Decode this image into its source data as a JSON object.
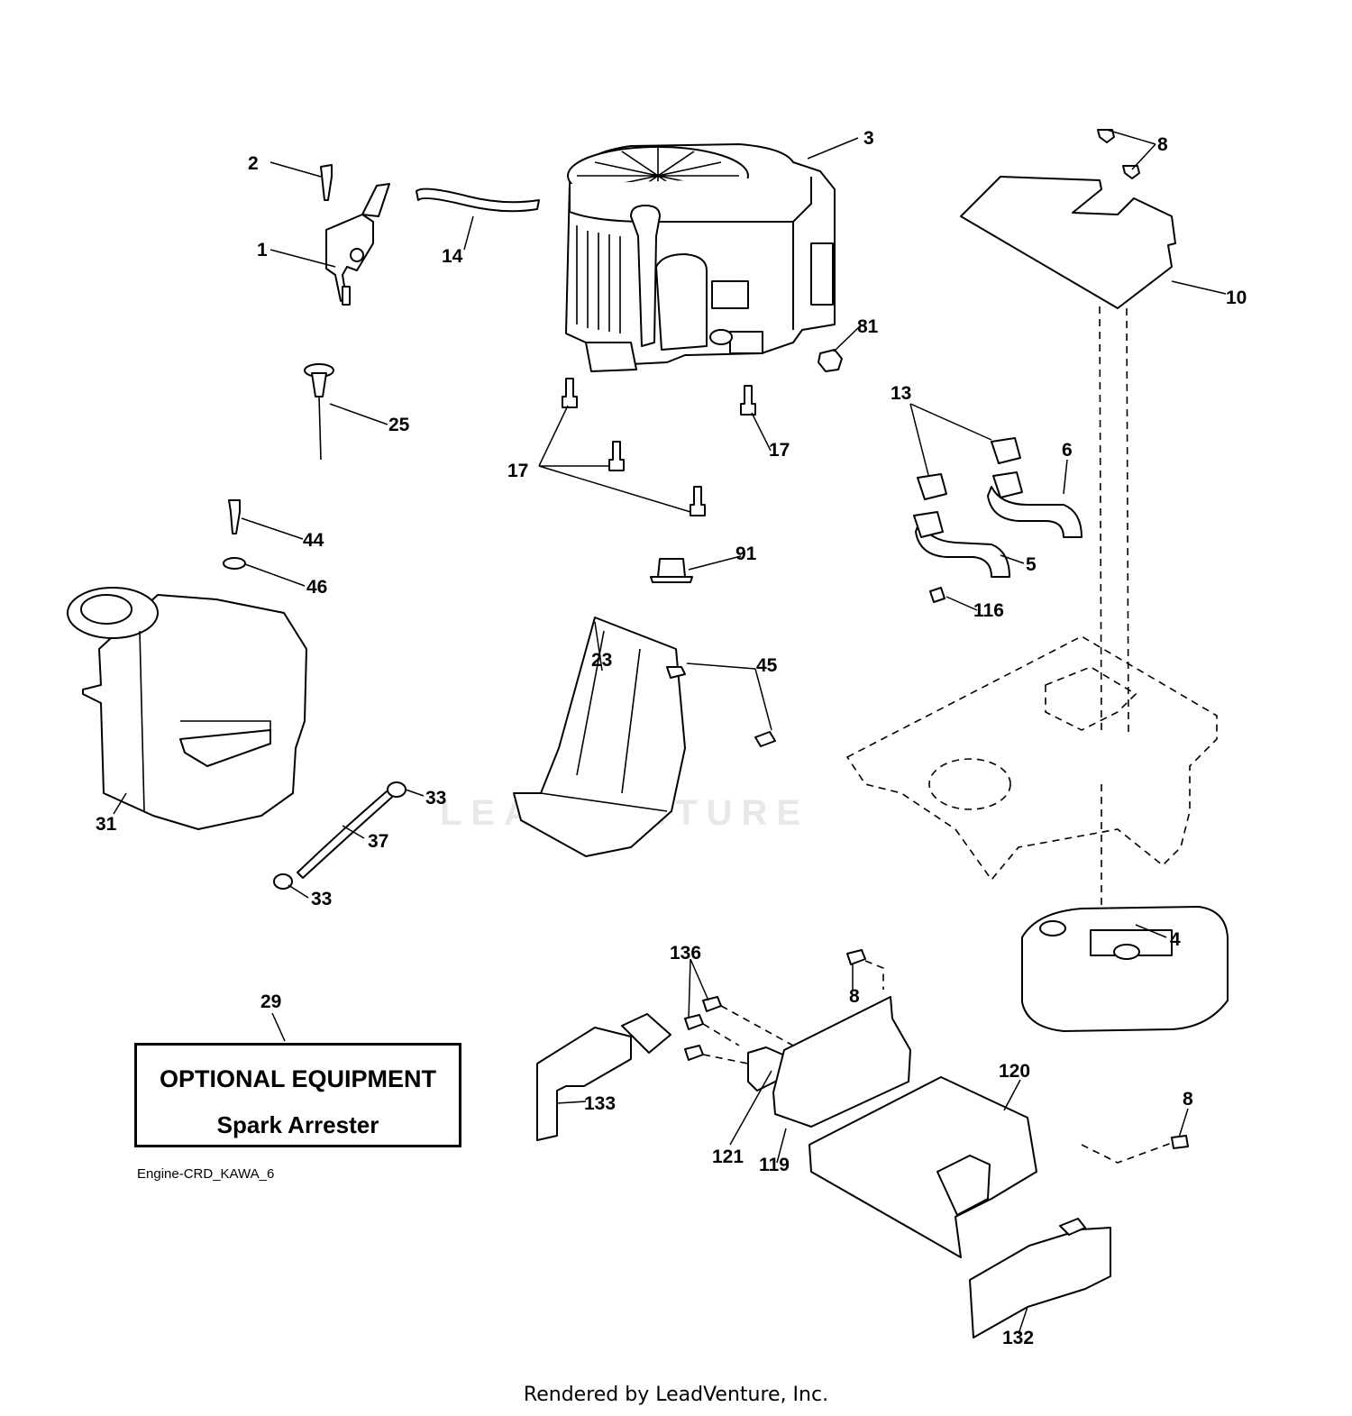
{
  "callouts": [
    {
      "id": "c1",
      "label": "1"
    },
    {
      "id": "c2",
      "label": "2"
    },
    {
      "id": "c3",
      "label": "3"
    },
    {
      "id": "c4",
      "label": "4"
    },
    {
      "id": "c5",
      "label": "5"
    },
    {
      "id": "c6",
      "label": "6"
    },
    {
      "id": "c8a",
      "label": "8"
    },
    {
      "id": "c8b",
      "label": "8"
    },
    {
      "id": "c8c",
      "label": "8"
    },
    {
      "id": "c10",
      "label": "10"
    },
    {
      "id": "c13",
      "label": "13"
    },
    {
      "id": "c14",
      "label": "14"
    },
    {
      "id": "c17a",
      "label": "17"
    },
    {
      "id": "c17b",
      "label": "17"
    },
    {
      "id": "c23",
      "label": "23"
    },
    {
      "id": "c25",
      "label": "25"
    },
    {
      "id": "c29",
      "label": "29"
    },
    {
      "id": "c31",
      "label": "31"
    },
    {
      "id": "c33a",
      "label": "33"
    },
    {
      "id": "c33b",
      "label": "33"
    },
    {
      "id": "c37",
      "label": "37"
    },
    {
      "id": "c44",
      "label": "44"
    },
    {
      "id": "c45",
      "label": "45"
    },
    {
      "id": "c46",
      "label": "46"
    },
    {
      "id": "c81",
      "label": "81"
    },
    {
      "id": "c91",
      "label": "91"
    },
    {
      "id": "c116",
      "label": "116"
    },
    {
      "id": "c119",
      "label": "119"
    },
    {
      "id": "c120",
      "label": "120"
    },
    {
      "id": "c121",
      "label": "121"
    },
    {
      "id": "c132",
      "label": "132"
    },
    {
      "id": "c133",
      "label": "133"
    },
    {
      "id": "c136",
      "label": "136"
    }
  ],
  "optional_box": {
    "title": "OPTIONAL EQUIPMENT",
    "subtitle": "Spark Arrester"
  },
  "diagram_id": "Engine-CRD_KAWA_6",
  "footer": "Rendered by LeadVenture, Inc.",
  "watermark": "LEADVENTURE"
}
